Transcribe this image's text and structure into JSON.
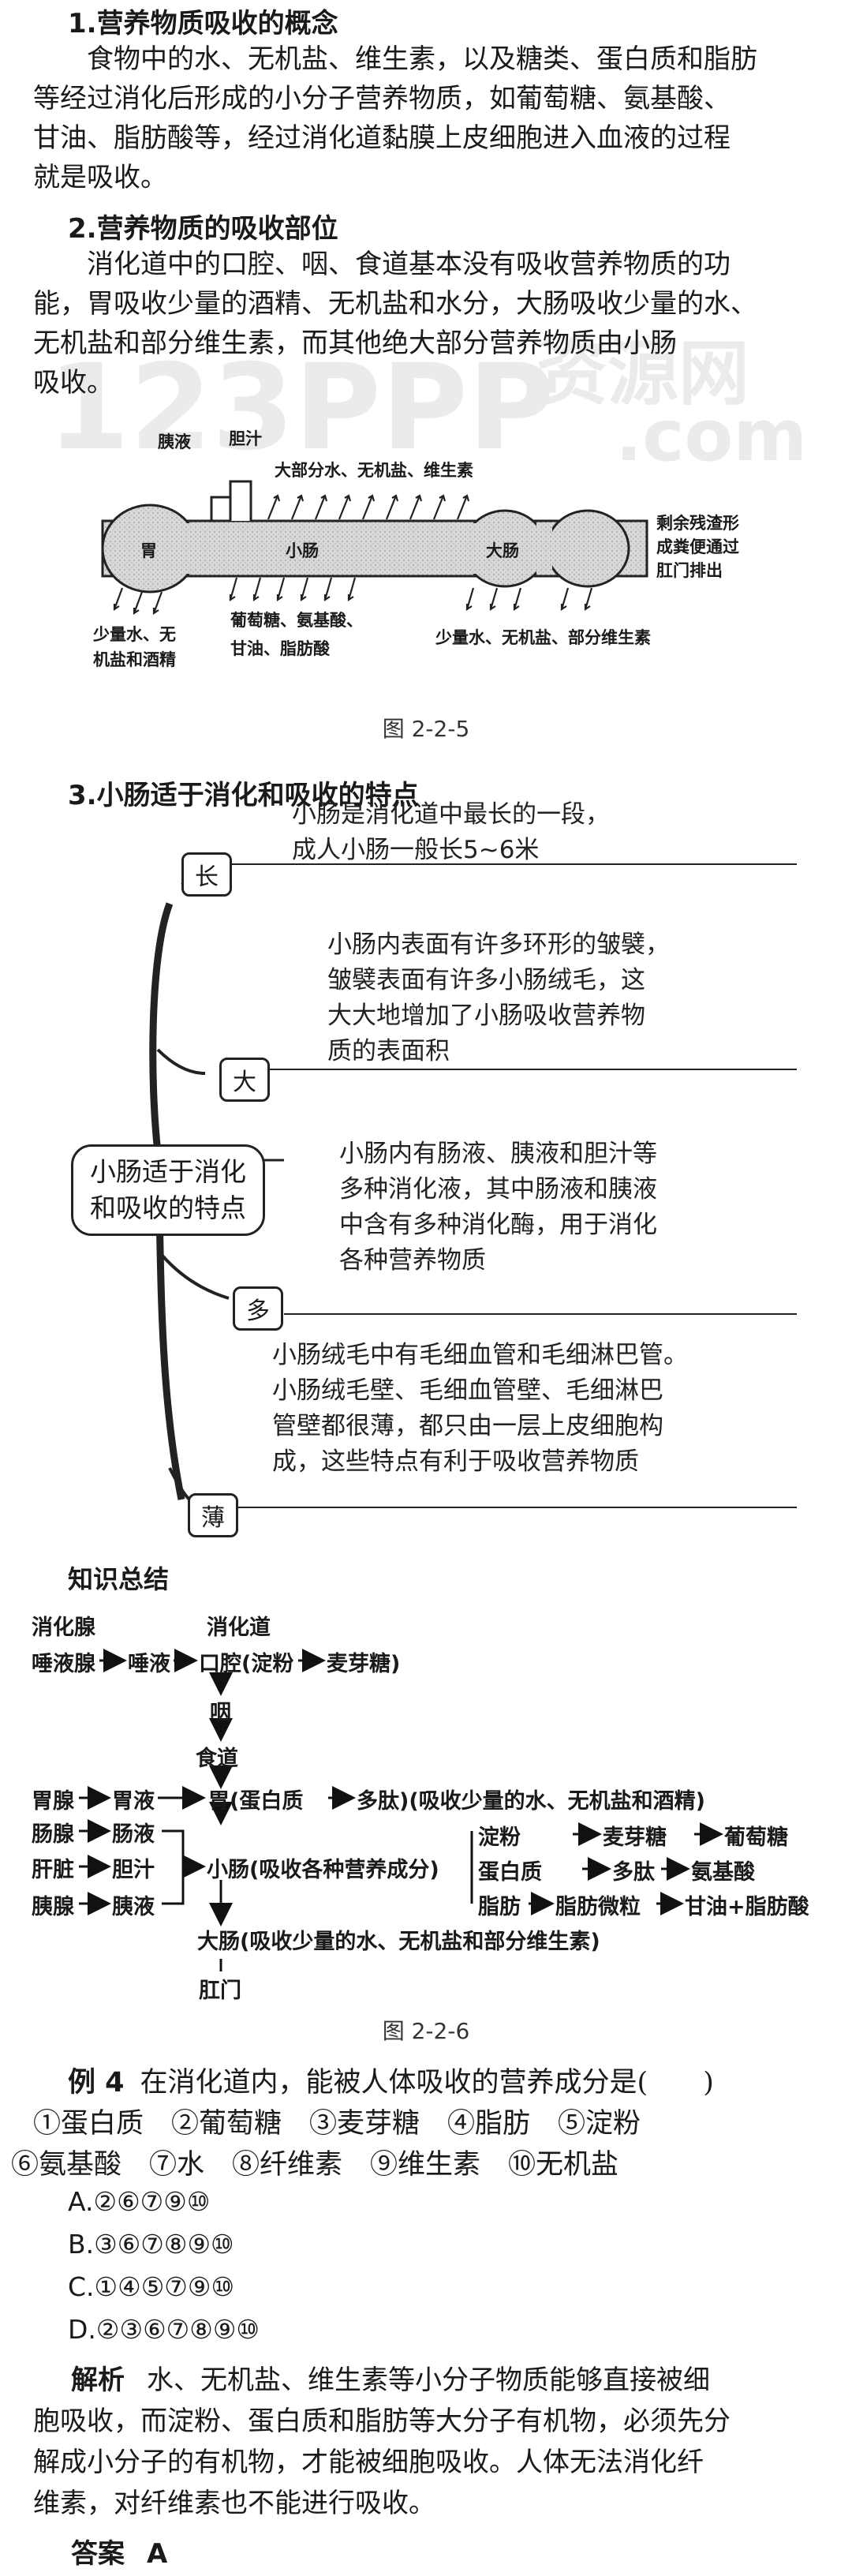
{
  "s1": {
    "heading": "1.营养物质吸收的概念",
    "lines": [
      "食物中的水、无机盐、维生素，以及糖类、蛋白质和脂肪",
      "等经过消化后形成的小分子营养物质，如葡萄糖、氨基酸、",
      "甘油、脂肪酸等，经过消化道黏膜上皮细胞进入血液的过程",
      "就是吸收。"
    ]
  },
  "s2": {
    "heading": "2.营养物质的吸收部位",
    "lines": [
      "消化道中的口腔、咽、食道基本没有吸收营养物质的功",
      "能，胃吸收少量的酒精、无机盐和水分，大肠吸收少量的水、",
      "无机盐和部分维生素，而其他绝大部分营养物质由小肠",
      "吸收。"
    ]
  },
  "watermark": {
    "main": "123PPP",
    "sub1": "资源网",
    "sub2": ".com"
  },
  "fig1": {
    "yiye": "胰液",
    "danzhi": "胆汁",
    "top": "大部分水、无机盐、维生素",
    "wei": "胃",
    "xiaochang": "小肠",
    "dachang": "大肠",
    "right": [
      "剩余残渣形",
      "成粪便通过",
      "肛门排出"
    ],
    "left": [
      "少量水、无",
      "机盐和酒精"
    ],
    "mid": [
      "葡萄糖、氨基酸、",
      "甘油、脂肪酸"
    ],
    "rb": "少量水、无机盐、部分维生素",
    "caption": "图 2-2-5"
  },
  "s3": {
    "heading": "3.小肠适于消化和吸收的特点"
  },
  "mindmap": {
    "center": [
      "小肠适于消化",
      "和吸收的特点"
    ],
    "items": [
      {
        "key": "长",
        "text": [
          "小肠是消化道中最长的一段，",
          "成人小肠一般长5~6米"
        ]
      },
      {
        "key": "大",
        "text": [
          "小肠内表面有许多环形的皱襞，",
          "皱襞表面有许多小肠绒毛，这",
          "大大地增加了小肠吸收营养物",
          "质的表面积"
        ]
      },
      {
        "key": "多",
        "text": [
          "小肠内有肠液、胰液和胆汁等",
          "多种消化液，其中肠液和胰液",
          "中含有多种消化酶，用于消化",
          "各种营养物质"
        ]
      },
      {
        "key": "薄",
        "text": [
          "小肠绒毛中有毛细血管和毛细淋巴管。",
          "小肠绒毛壁、毛细血管壁、毛细淋巴",
          "管壁都很薄，都只由一层上皮细胞构",
          "成，这些特点有利于吸收营养物质"
        ]
      }
    ]
  },
  "summary": {
    "heading": "知识总结",
    "col1": "消化腺",
    "col2": "消化道",
    "row_kou": [
      "唾液腺",
      "唾液",
      "口腔(淀粉",
      "麦芽糖)"
    ],
    "yan": "咽",
    "shidao": "食道",
    "row_wei": [
      "胃腺",
      "胃液",
      "胃(蛋白质",
      "多肽)(吸收少量的水、无机盐和酒精)"
    ],
    "glands": [
      [
        "肠腺",
        "肠液"
      ],
      [
        "肝脏",
        "胆汁"
      ],
      [
        "胰腺",
        "胰液"
      ]
    ],
    "xiaochang": "小肠(吸收各种营养成分)",
    "b1": [
      "淀粉",
      "麦芽糖",
      "葡萄糖"
    ],
    "b2": [
      "蛋白质",
      "多肽",
      "氨基酸"
    ],
    "b3": [
      "脂肪",
      "脂肪微粒",
      "甘油+脂肪酸"
    ],
    "dachang": "大肠(吸收少量的水、无机盐和部分维生素)",
    "gangmen": "肛门",
    "caption": "图 2-2-6"
  },
  "example": {
    "label": "例 4",
    "stem": "在消化道内，能被人体吸收的营养成分是(　　)",
    "items1": "①蛋白质　②葡萄糖　③麦芽糖　④脂肪　⑤淀粉",
    "items2": "⑥氨基酸　⑦水　⑧纤维素　⑨维生素　⑩无机盐",
    "options": [
      "A.②⑥⑦⑨⑩",
      "B.③⑥⑦⑧⑨⑩",
      "C.①④⑤⑦⑨⑩",
      "D.②③⑥⑦⑧⑨⑩"
    ],
    "jx_label": "解析",
    "jx_lines": [
      "水、无机盐、维生素等小分子物质能够直接被细",
      "胞吸收，而淀粉、蛋白质和脂肪等大分子有机物，必须先分",
      "解成小分子的有机物，才能被细胞吸收。人体无法消化纤",
      "维素，对纤维素也不能进行吸收。"
    ],
    "answer_label": "答案",
    "answer": "A"
  }
}
